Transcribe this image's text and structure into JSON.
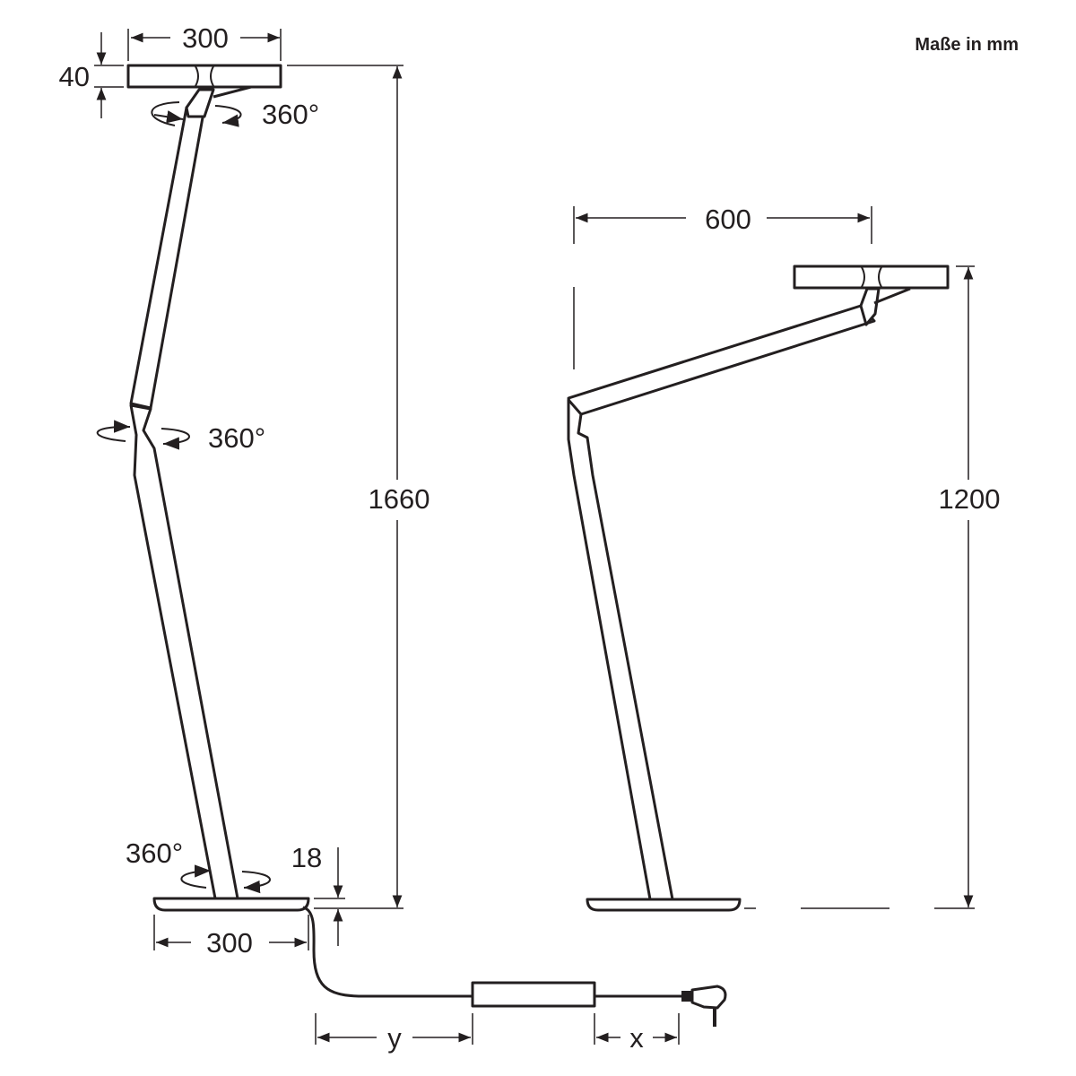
{
  "units_note": "Maße in mm",
  "left_lamp": {
    "head_width": "300",
    "head_height": "40",
    "head_rotation": "360°",
    "joint_rotation": "360°",
    "base_rotation": "360°",
    "total_height": "1660",
    "base_height": "18",
    "base_width": "300"
  },
  "right_lamp": {
    "reach": "600",
    "height": "1200"
  },
  "cable": {
    "y_label": "y",
    "x_label": "x"
  }
}
